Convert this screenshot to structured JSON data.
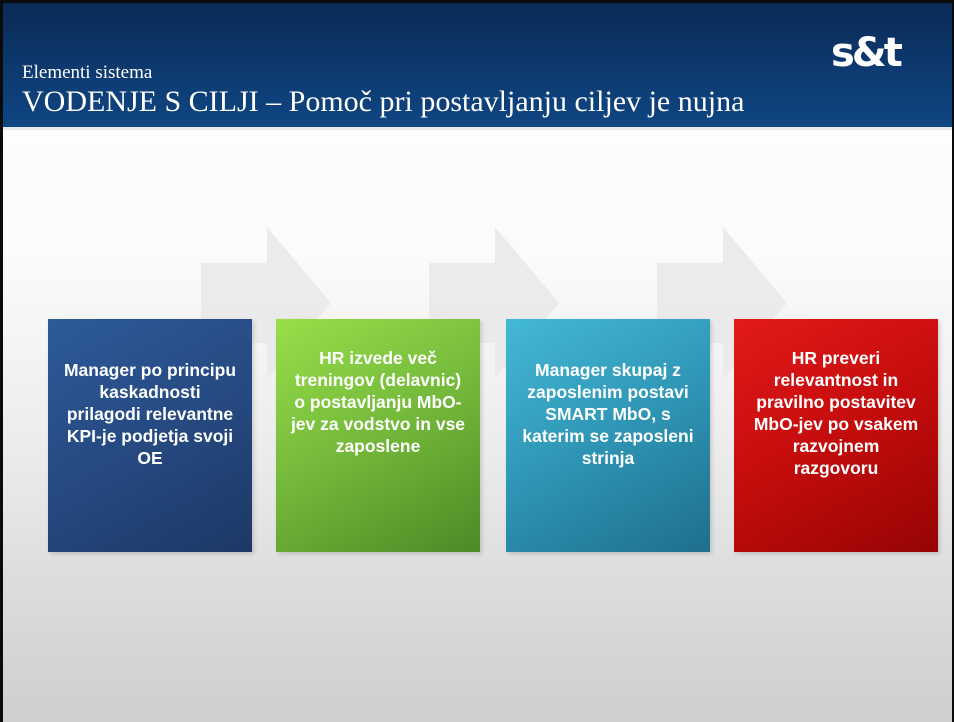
{
  "header": {
    "subtitle": "Elementi sistema",
    "title": "VODENJE S CILJI – Pomoč pri postavljanju ciljev je nujna",
    "logo_text": "s&t"
  },
  "colors": {
    "header_bg": "#0d3a70",
    "box1": "#25487f",
    "box2": "#73b83a",
    "box3": "#2f95b5",
    "box4": "#c40c0c"
  },
  "process": {
    "steps": [
      {
        "text": "Manager po principu kaskadnosti prilagodi relevantne KPI-je podjetja svoji OE"
      },
      {
        "text": "HR izvede več treningov (delavnic) o postavljanju MbO-jev za vodstvo in vse zaposlene"
      },
      {
        "text": "Manager skupaj z zaposlenim postavi SMART MbO, s katerim se zaposleni strinja"
      },
      {
        "text": "HR preveri relevantnost in pravilno postavitev MbO-jev po vsakem razvojnem razgovoru"
      }
    ]
  }
}
